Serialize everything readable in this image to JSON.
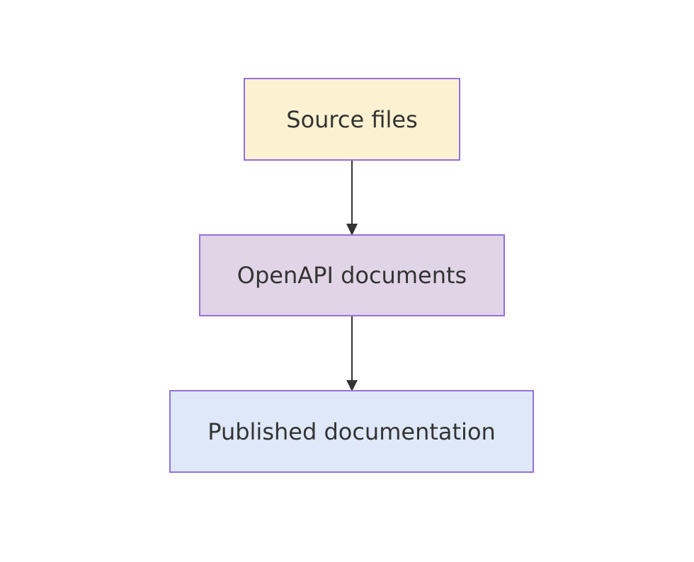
{
  "diagram": {
    "nodes": [
      {
        "id": "source",
        "label": "Source files",
        "fill": "#fcf2d2"
      },
      {
        "id": "openapi",
        "label": "OpenAPI documents",
        "fill": "#e0d4e6"
      },
      {
        "id": "published",
        "label": "Published documentation",
        "fill": "#dee8f8"
      }
    ],
    "edges": [
      {
        "from": "Source files",
        "to": "OpenAPI documents"
      },
      {
        "from": "OpenAPI documents",
        "to": "Published documentation"
      }
    ],
    "colors": {
      "node_border": "#9370db",
      "edge": "#333333",
      "text": "#333333"
    }
  }
}
